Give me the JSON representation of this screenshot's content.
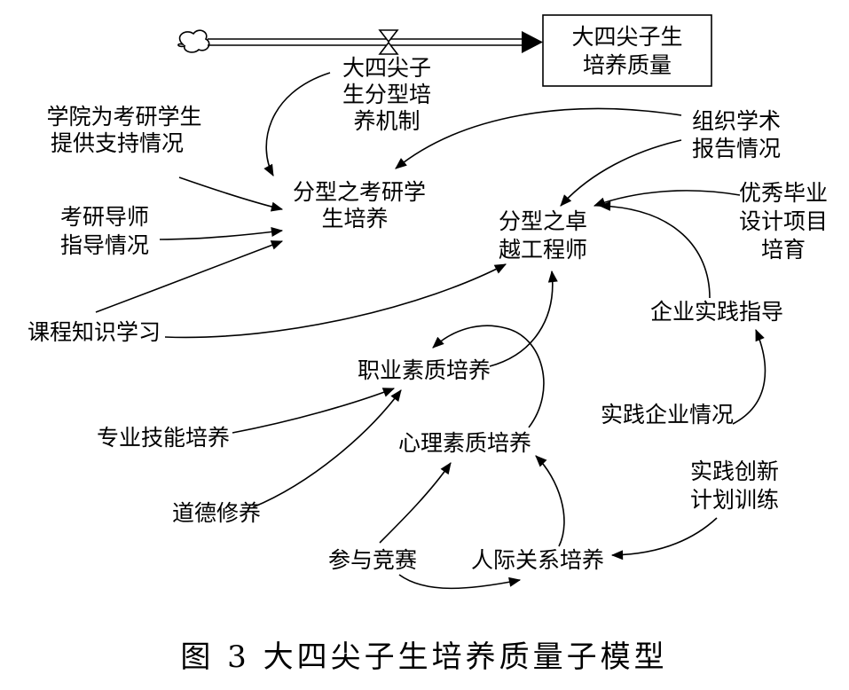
{
  "stock": {
    "label_line1": "大四尖子生",
    "label_line2": "培养质量"
  },
  "rate": {
    "lines": [
      "大四尖子",
      "生分型培",
      "养机制"
    ]
  },
  "nodes": [
    {
      "id": "xueyuan",
      "lines": [
        "学院为考研学生",
        "提供支持情况"
      ]
    },
    {
      "id": "kaoyan-daoshi",
      "lines": [
        "考研导师",
        "指导情况"
      ]
    },
    {
      "id": "kecheng",
      "lines": [
        "课程知识学习"
      ]
    },
    {
      "id": "kaoyan-peiyang",
      "lines": [
        "分型之考研学",
        "生培养"
      ]
    },
    {
      "id": "zuzhi-xueshu",
      "lines": [
        "组织学术",
        "报告情况"
      ]
    },
    {
      "id": "zhuoyue",
      "lines": [
        "分型之卓",
        "越工程师"
      ]
    },
    {
      "id": "youxiu-biye",
      "lines": [
        "优秀毕业",
        "设计项目",
        "培育"
      ]
    },
    {
      "id": "qiye-shijian",
      "lines": [
        "企业实践指导"
      ]
    },
    {
      "id": "shijian-qiye",
      "lines": [
        "实践企业情况"
      ]
    },
    {
      "id": "zhiye",
      "lines": [
        "职业素质培养"
      ]
    },
    {
      "id": "zhuanye",
      "lines": [
        "专业技能培养"
      ]
    },
    {
      "id": "xinli",
      "lines": [
        "心理素质培养"
      ]
    },
    {
      "id": "daode",
      "lines": [
        "道德修养"
      ]
    },
    {
      "id": "shijian-chuangxin",
      "lines": [
        "实践创新",
        "计划训练"
      ]
    },
    {
      "id": "canyu",
      "lines": [
        "参与竞赛"
      ]
    },
    {
      "id": "renji",
      "lines": [
        "人际关系培养"
      ]
    }
  ],
  "caption": "图 3  大四尖子生培养质量子模型"
}
